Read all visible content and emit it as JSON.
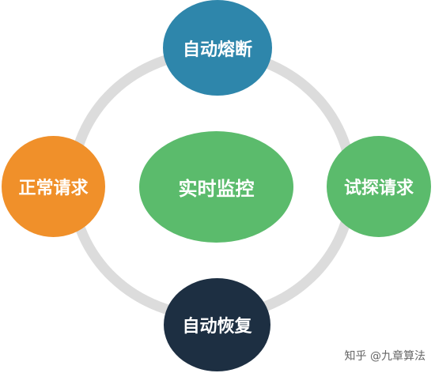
{
  "nodes": {
    "top": "自动熔断",
    "left": "正常请求",
    "right": "试探请求",
    "bottom": "自动恢复",
    "center": "实时监控"
  },
  "colors": {
    "ring": "#dcdcdc",
    "top": "#2e86ab",
    "left": "#f0902a",
    "right": "#5bbb6c",
    "bottom": "#1d2f42",
    "center": "#5bbb6c"
  },
  "watermark": "知乎 @九章算法"
}
